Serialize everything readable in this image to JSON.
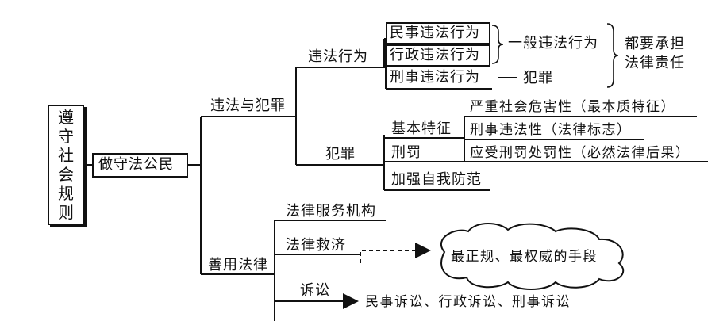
{
  "root": {
    "chars": [
      "遵",
      "守",
      "社",
      "会",
      "规",
      "则"
    ]
  },
  "level1": {
    "label": "做守法公民"
  },
  "branch_violation_crime": {
    "label": "违法与犯罪",
    "violation": {
      "label": "违法行为",
      "civil": "民事违法行为",
      "administrative": "行政违法行为",
      "criminal": "刑事违法行为",
      "general_violation": "一般违法行为",
      "crime_result": "犯罪",
      "liability_line1": "都要承担",
      "liability_line2": "法律责任"
    },
    "crime": {
      "label": "犯罪",
      "basic_features": "基本特征",
      "feature_1": "严重社会危害性（最本质特征）",
      "feature_2": "刑事违法性（法律标志）",
      "feature_3": "应受刑罚处罚性（必然法律后果）",
      "penalty": "刑罚",
      "prevention": "加强自我防范"
    }
  },
  "branch_use_law": {
    "label": "善用法律",
    "legal_services": "法律服务机构",
    "legal_aid": "法律救济",
    "litigation": "诉讼",
    "litigation_types": "民事诉讼、行政诉讼、刑事诉讼",
    "cloud_note": "最正规、最权威的手段"
  },
  "colors": {
    "line": "#111111",
    "background": "#ffffff"
  }
}
